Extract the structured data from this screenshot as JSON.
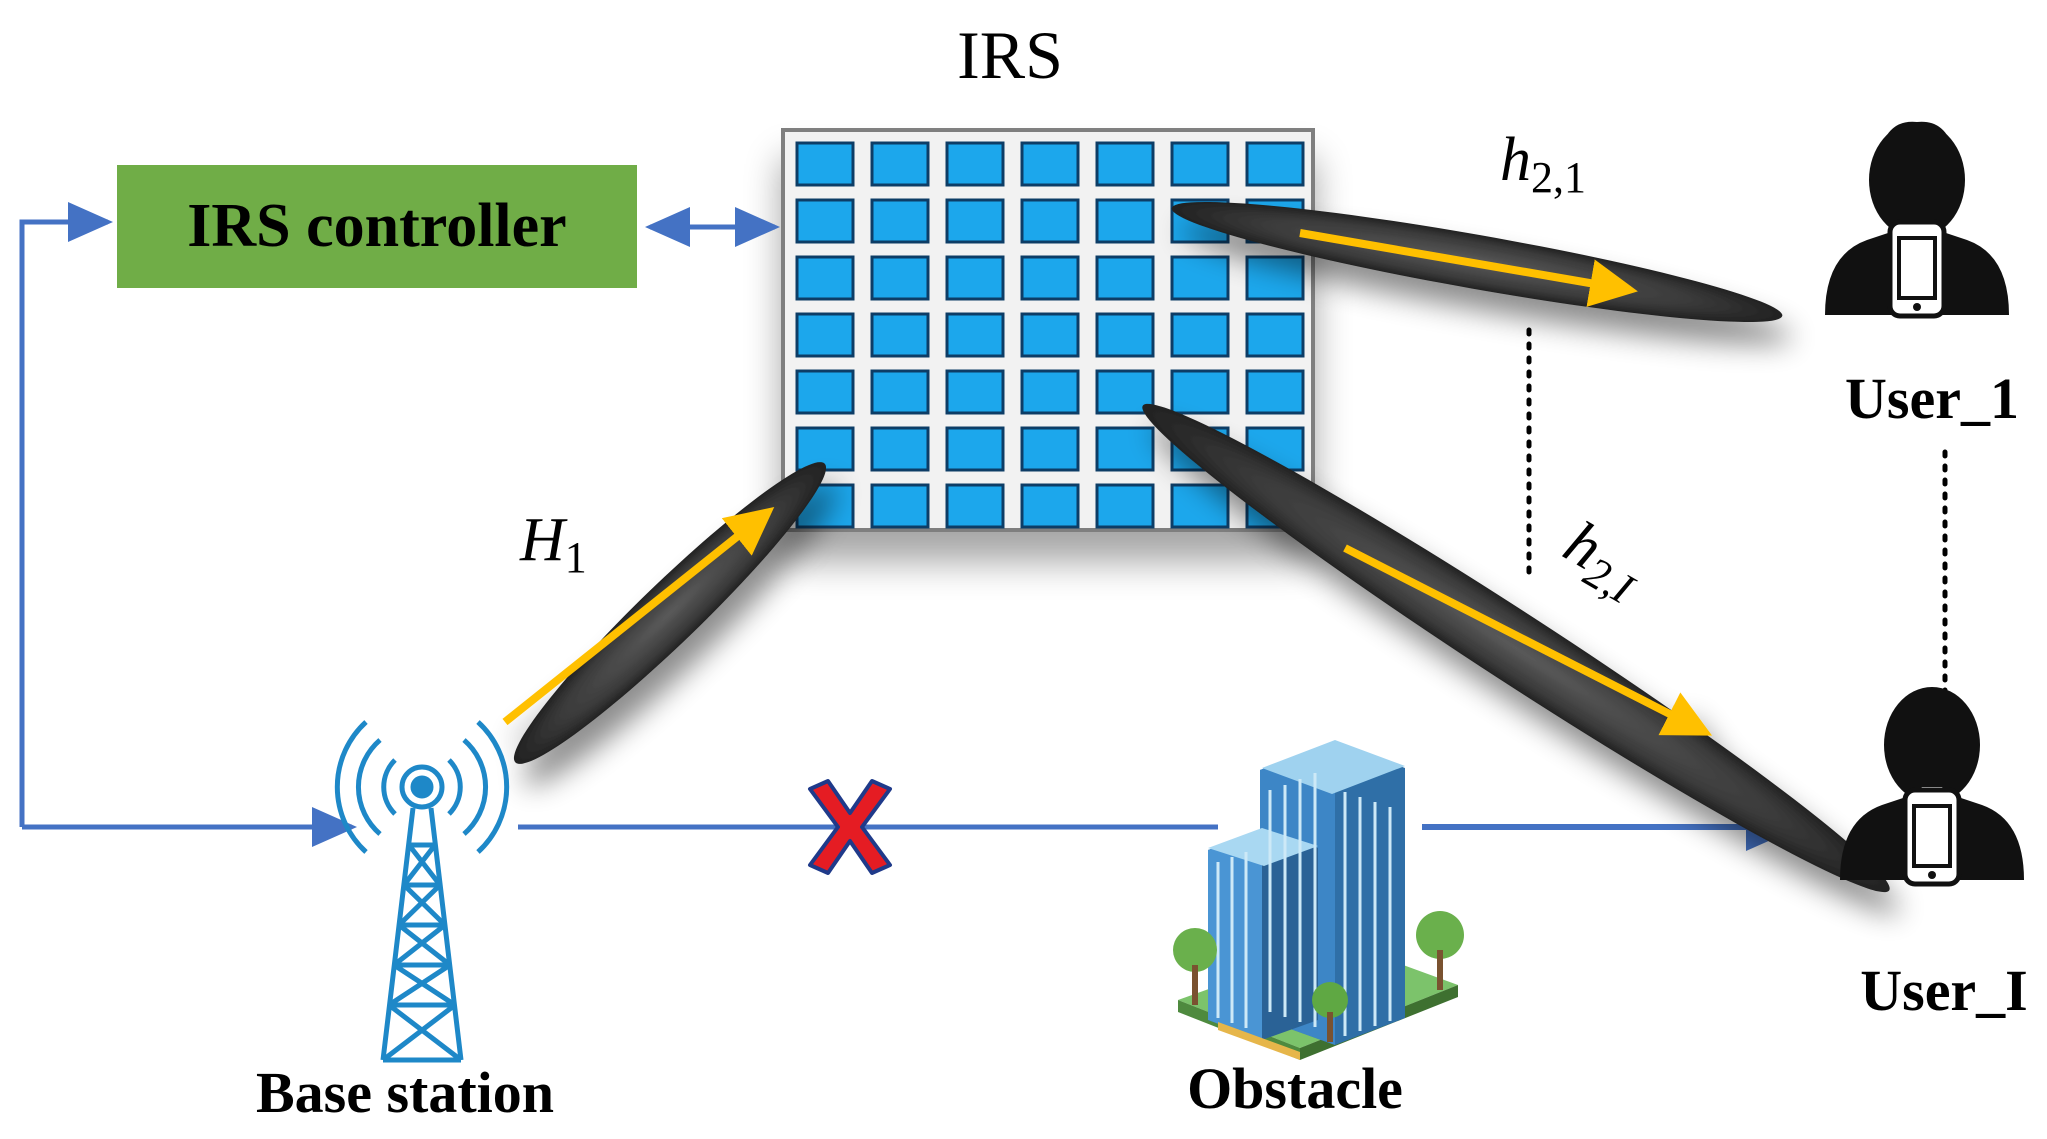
{
  "labels": {
    "irs": "IRS",
    "controller": "IRS controller",
    "base_station": "Base station",
    "obstacle": "Obstacle",
    "user_1": "User_1",
    "user_i": "User_I"
  },
  "channels": {
    "h1_main": "H",
    "h1_sub": "1",
    "h21_main": "h",
    "h21_sub": "2,1",
    "h2i_main": "h",
    "h2i_sub": "2,I"
  },
  "irs_grid": {
    "rows": 7,
    "cols": 7
  },
  "colors": {
    "controller_fill": "#70ad47",
    "link_blue": "#4472c4",
    "irs_element": "#1aa7ec",
    "irs_element_border": "#0b3d66",
    "beam_dark": "#3a3a3a",
    "beam_arrow": "#ffc000",
    "blocked_x": "#e51c23",
    "icon_black": "#111111"
  },
  "icons": [
    "irs-panel",
    "base-station-tower-icon",
    "building-icon",
    "user-icon",
    "blocked-x-icon"
  ]
}
